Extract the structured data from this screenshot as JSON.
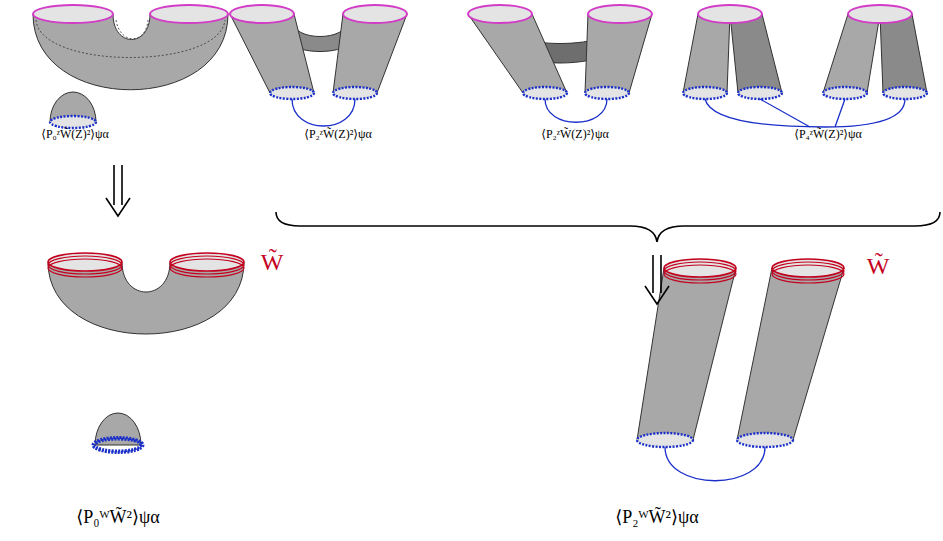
{
  "diagram": {
    "labels": [
      "⟨P₀ᶻW̃(Z)²⟩ψα",
      "⟨P₂ᶻW̃(Z)²⟩ψα",
      "⟨P₂ᶻW̃(Z)²⟩ψα",
      "⟨P₄ᶻW̃(Z)²⟩ψα",
      "W̃",
      "W̃",
      "⟨P₀ᵂW̃²⟩ψα",
      "⟨P₂ᵂW̃²⟩ψα"
    ]
  }
}
